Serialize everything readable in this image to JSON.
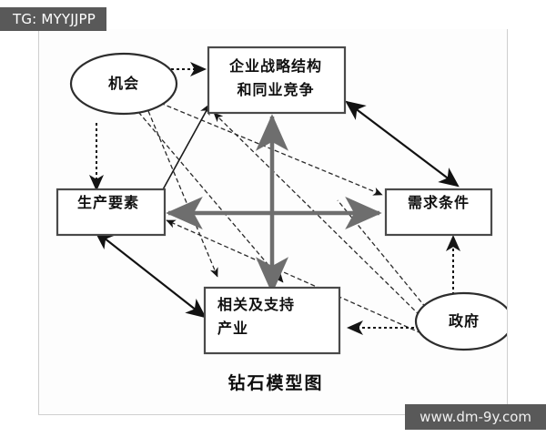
{
  "badge": {
    "text": "TG: MYYJJPP"
  },
  "watermark": {
    "text": "www.dm-9y.com"
  },
  "diagram": {
    "title": "钻石模型图",
    "nodes": {
      "strategy": {
        "label": "企业战略结构\n和同业竞争",
        "shape": "rect"
      },
      "factors": {
        "label": "生产要素",
        "shape": "rect"
      },
      "demand": {
        "label": "需求条件",
        "shape": "rect"
      },
      "related": {
        "label": "相关及支持\n产业",
        "shape": "rect"
      },
      "chance": {
        "label": "机会",
        "shape": "ellipse"
      },
      "government": {
        "label": "政府",
        "shape": "ellipse"
      }
    },
    "colors": {
      "axis_arrow": "#6e6e6e",
      "node_stroke": "#3a3a3a",
      "diagonal_arrow": "#121212",
      "dashed_arrow": "#1a1a1a",
      "panel_background": "#fdfdfd",
      "badge_background": "#595959"
    },
    "connections": [
      {
        "from": "chance",
        "to": "strategy",
        "style": "dashed",
        "heads": "one"
      },
      {
        "from": "chance",
        "to": "factors",
        "style": "dashed",
        "heads": "one"
      },
      {
        "from": "chance",
        "to": "demand",
        "style": "dotted-thin",
        "heads": "one"
      },
      {
        "from": "chance",
        "to": "related",
        "style": "dotted-thin",
        "heads": "one"
      },
      {
        "from": "government",
        "to": "related",
        "style": "dashed",
        "heads": "one"
      },
      {
        "from": "government",
        "to": "demand",
        "style": "dashed",
        "heads": "one"
      },
      {
        "from": "government",
        "to": "strategy",
        "style": "dotted-thin",
        "heads": "one"
      },
      {
        "from": "government",
        "to": "factors",
        "style": "dotted-thin",
        "heads": "one"
      },
      {
        "from": "factors",
        "to": "demand",
        "style": "solid-thick",
        "heads": "both"
      },
      {
        "from": "strategy",
        "to": "related",
        "style": "solid-thick",
        "heads": "both"
      },
      {
        "from": "factors",
        "to": "related",
        "style": "solid-thin",
        "heads": "both"
      },
      {
        "from": "strategy",
        "to": "demand",
        "style": "solid-thin",
        "heads": "both"
      }
    ]
  }
}
